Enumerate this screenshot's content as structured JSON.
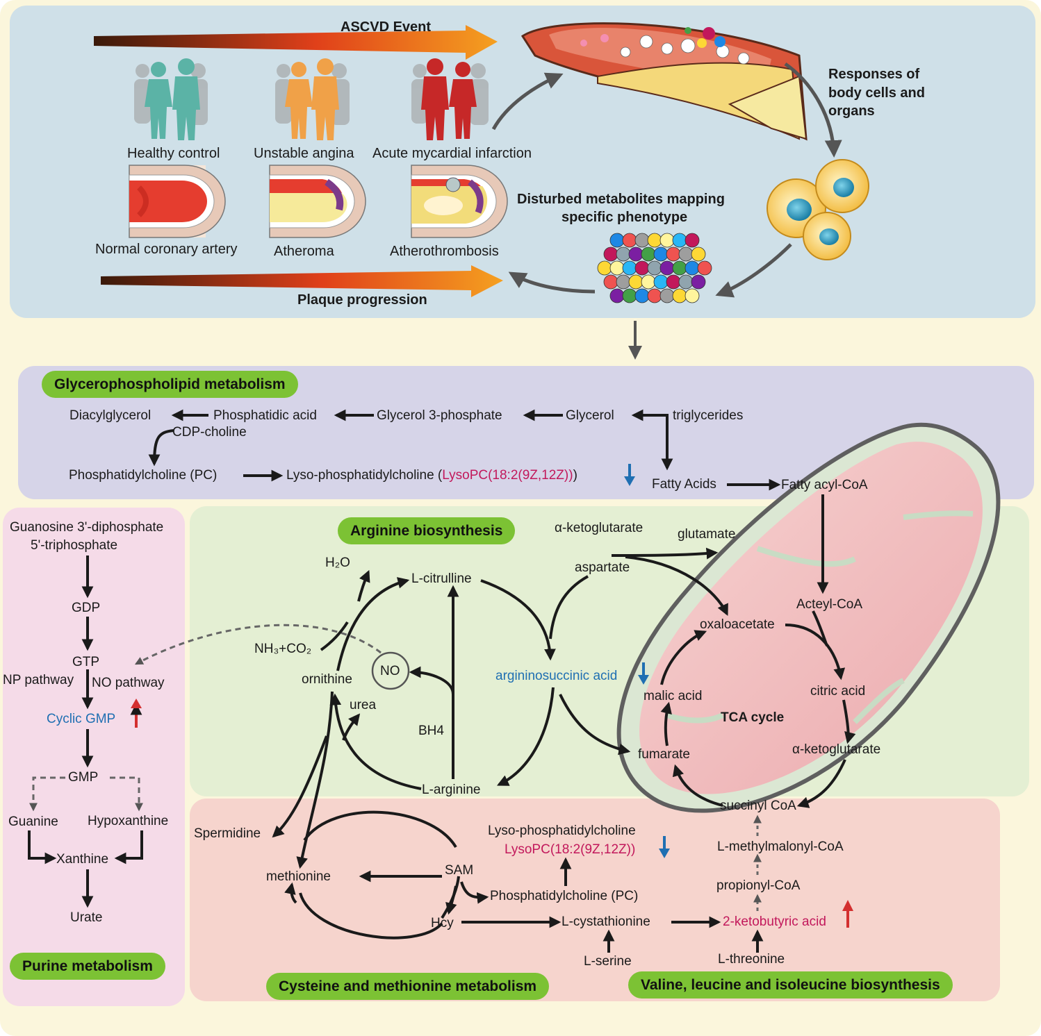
{
  "top": {
    "ascvd_event": "ASCVD Event",
    "plaque_progression": "Plaque progression",
    "healthy_control": "Healthy control",
    "unstable_angina": "Unstable angina",
    "ami": "Acute mycardial infarction",
    "normal_artery": "Normal coronary artery",
    "atheroma": "Atheroma",
    "atherothrombosis": "Atherothrombosis",
    "responses_1": "Responses of",
    "responses_2": "body cells and",
    "responses_3": "organs",
    "disturbed_1": "Disturbed metabolites mapping",
    "disturbed_2": "specific phenotype"
  },
  "glycero": {
    "title": "Glycerophospholipid metabolism",
    "diacylglycerol": "Diacylglycerol",
    "phosphatidic_acid": "Phosphatidic acid",
    "glycerol3p": "Glycerol 3-phosphate",
    "glycerol": "Glycerol",
    "triglycerides": "triglycerides",
    "cdp_choline": "CDP-choline",
    "pc": "Phosphatidylcholine (PC)",
    "lysopc_prefix": "Lyso-phosphatidylcholine (",
    "lysopc_name": "LysoPC(18:2(9Z,12Z))",
    "lysopc_suffix": ")",
    "fatty_acids": "Fatty Acids",
    "fatty_acyl_coa": "Fatty acyl-CoA"
  },
  "purine": {
    "title": "Purine metabolism",
    "guanosine_1": "Guanosine 3'-diphosphate",
    "guanosine_2": "5'-triphosphate",
    "gdp": "GDP",
    "gtp": "GTP",
    "np_pathway": "NP pathway",
    "no_pathway": "NO pathway",
    "cgmp": "Cyclic GMP",
    "gmp": "GMP",
    "guanine": "Guanine",
    "hypoxanthine": "Hypoxanthine",
    "xanthine": "Xanthine",
    "urate": "Urate"
  },
  "arginine": {
    "title": "Arginine biosynthesis",
    "h2o": "H₂O",
    "citrulline": "L-citrulline",
    "nh3co2": "NH₃+CO₂",
    "ornithine": "ornithine",
    "no": "NO",
    "urea": "urea",
    "bh4": "BH4",
    "arginine": "L-arginine",
    "akg": "α-ketoglutarate",
    "glutamate": "glutamate",
    "aspartate": "aspartate",
    "argininosuccinic": "argininosuccinic acid"
  },
  "tca": {
    "title": "TCA cycle",
    "acetyl_coa": "Acteyl-CoA",
    "oxaloacetate": "oxaloacetate",
    "citric_acid": "citric acid",
    "malic_acid": "malic acid",
    "akg": "α-ketoglutarate",
    "fumarate": "fumarate",
    "succinyl_coa": "succinyl CoA"
  },
  "cysteine": {
    "title": "Cysteine and methionine metabolism",
    "spermidine": "Spermidine",
    "methionine": "methionine",
    "sam": "SAM",
    "hcy": "Hcy",
    "lyso_label": "Lyso-phosphatidylcholine",
    "lysopc": "LysoPC(18:2(9Z,12Z))",
    "pc": "Phosphatidylcholine (PC)",
    "cystathionine": "L-cystathionine",
    "serine": "L-serine"
  },
  "valine": {
    "title": "Valine, leucine and isoleucine biosynthesis",
    "methylmalonyl": "L-methylmalonyl-CoA",
    "propionyl": "propionyl-CoA",
    "ketobutyric": "2-ketobutyric acid",
    "threonine": "L-threonine"
  },
  "colors": {
    "top_panel": "#cfe0e8",
    "glycero_panel": "#d6d4e8",
    "arginine_panel": "#e4efd3",
    "cysteine_panel": "#f6d4cd",
    "purine_panel": "#f5dbe8",
    "pill_green": "#7cc234",
    "down_arrow": "#1f6fb2",
    "up_arrow": "#d32f2f"
  }
}
